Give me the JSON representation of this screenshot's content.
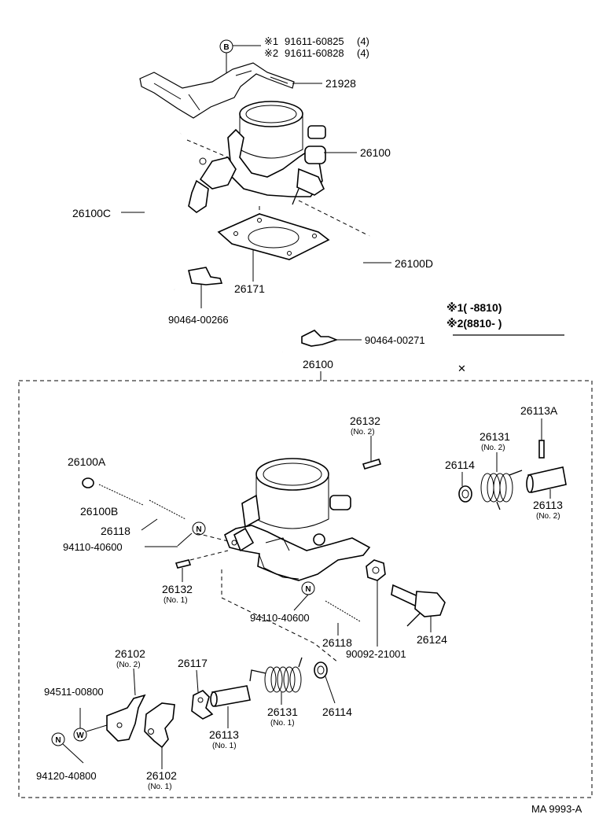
{
  "notes": {
    "n1_prefix": "※1",
    "n1_part": "91611-60825",
    "n1_qty": "(4)",
    "n2_prefix": "※2",
    "n2_part": "91611-60828",
    "n2_qty": "(4)",
    "b_mark": "B"
  },
  "legend": {
    "l1": "※1(      -8810)",
    "l2": "※2(8810-       )"
  },
  "labels": {
    "p21928": "21928",
    "p26100_top": "26100",
    "p26100C": "26100C",
    "p26100D": "26100D",
    "p26171": "26171",
    "p90464_00266": "90464-00266",
    "p90464_00271": "90464-00271",
    "p26100_box": "26100",
    "p26132_top": "26132",
    "p26132_top_sub": "(No. 2)",
    "p26113A": "26113A",
    "p26131_top": "26131",
    "p26131_top_sub": "(No. 2)",
    "p26114_top": "26114",
    "p26113_top": "26113",
    "p26113_top_sub": "(No. 2)",
    "p26100A": "26100A",
    "p26100B": "26100B",
    "p26118_top": "26118",
    "p94110_40600_top": "94110-40600",
    "p26132_bot": "26132",
    "p26132_bot_sub": "(No. 1)",
    "p94110_40600_bot": "94110-40600",
    "p26118_bot": "26118",
    "p90092_21001": "90092-21001",
    "p26124": "26124",
    "p26102_top": "26102",
    "p26102_top_sub": "(No. 2)",
    "p26117": "26117",
    "p94511_00800": "94511-00800",
    "p26131_bot": "26131",
    "p26131_bot_sub": "(No. 1)",
    "p26114_bot": "26114",
    "p26113_bot": "26113",
    "p26113_bot_sub": "(No. 1)",
    "p94120_40800": "94120-40800",
    "p26102_bot": "26102",
    "p26102_bot_sub": "(No. 1)",
    "n_mark": "N",
    "w_mark": "W"
  },
  "footer": {
    "code": "MA  9993-A"
  }
}
